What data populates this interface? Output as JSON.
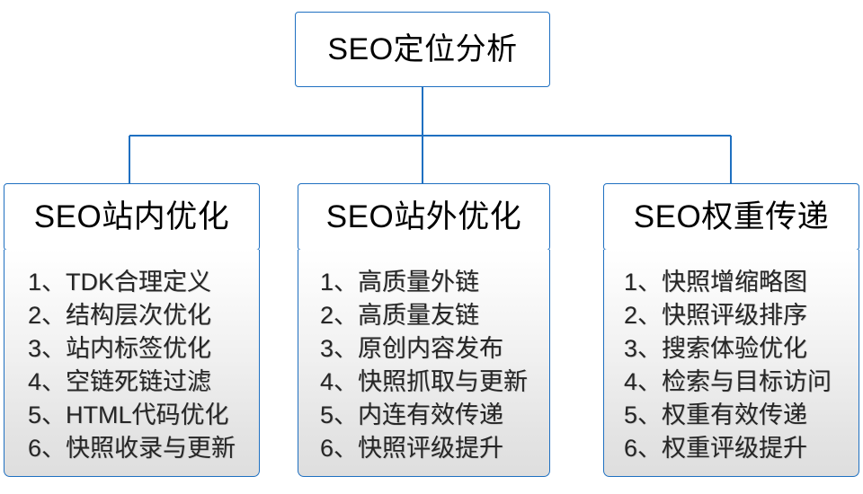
{
  "diagram": {
    "type": "org-tree",
    "accent_color": "#1f70c1",
    "text_color": "#262626",
    "background_color": "#ffffff",
    "root": {
      "label": "SEO定位分析"
    },
    "branches": [
      {
        "header": "SEO站内优化",
        "items": [
          "1、TDK合理定义",
          "2、结构层次优化",
          "3、站内标签优化",
          "4、空链死链过滤",
          "5、HTML代码优化",
          "6、快照收录与更新"
        ]
      },
      {
        "header": "SEO站外优化",
        "items": [
          "1、高质量外链",
          "2、高质量友链",
          "3、原创内容发布",
          "4、快照抓取与更新",
          "5、内连有效传递",
          "6、快照评级提升"
        ]
      },
      {
        "header": "SEO权重传递",
        "items": [
          "1、快照增缩略图",
          "2、快照评级排序",
          "3、搜索体验优化",
          "4、检索与目标访问",
          "5、权重有效传递",
          "6、权重评级提升"
        ]
      }
    ]
  }
}
